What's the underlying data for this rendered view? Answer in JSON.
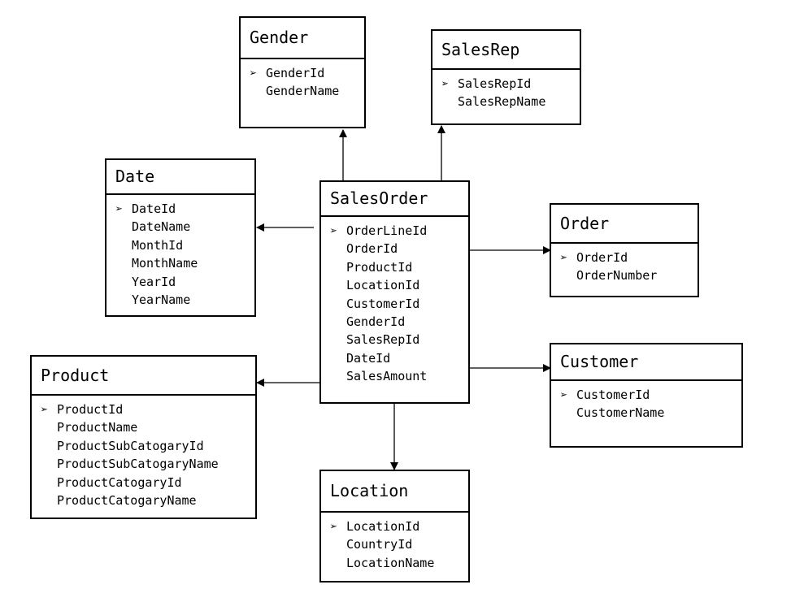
{
  "primary_key_marker": "➢",
  "entities": {
    "gender": {
      "title": "Gender",
      "fields": [
        "GenderId",
        "GenderName"
      ]
    },
    "salesrep": {
      "title": "SalesRep",
      "fields": [
        "SalesRepId",
        "SalesRepName"
      ]
    },
    "date": {
      "title": "Date",
      "fields": [
        "DateId",
        "DateName",
        "MonthId",
        "MonthName",
        "YearId",
        "YearName"
      ]
    },
    "salesorder": {
      "title": "SalesOrder",
      "fields": [
        "OrderLineId",
        "OrderId",
        "ProductId",
        "LocationId",
        "CustomerId",
        "GenderId",
        "SalesRepId",
        "DateId",
        "SalesAmount"
      ]
    },
    "order": {
      "title": "Order",
      "fields": [
        "OrderId",
        "OrderNumber"
      ]
    },
    "product": {
      "title": "Product",
      "fields": [
        "ProductId",
        "ProductName",
        "ProductSubCatogaryId",
        "ProductSubCatogaryName",
        "ProductCatogaryId",
        "ProductCatogaryName"
      ]
    },
    "customer": {
      "title": "Customer",
      "fields": [
        "CustomerId",
        "CustomerName"
      ]
    },
    "location": {
      "title": "Location",
      "fields": [
        "LocationId",
        "CountryId",
        "LocationName"
      ]
    }
  }
}
